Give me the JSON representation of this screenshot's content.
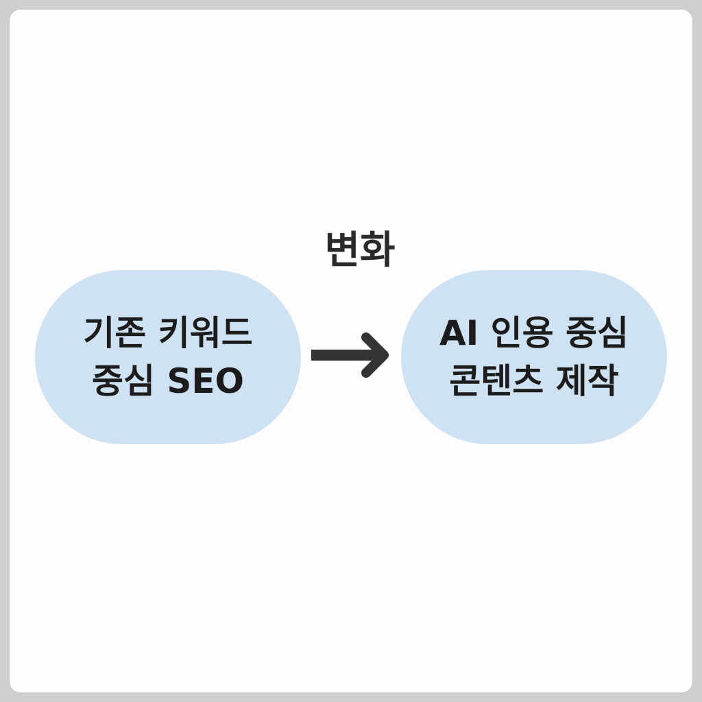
{
  "title": "변화",
  "from": {
    "line1": "기존 키워드",
    "line2": "중심 SEO"
  },
  "to": {
    "line1": "AI 인용 중심",
    "line2": "콘텐츠 제작"
  },
  "colors": {
    "pill_fill": "#cfe2f3",
    "text": "#1c1c1c",
    "arrow": "#333333",
    "background": "#fdfdfd",
    "border": "#cfcfcf"
  }
}
